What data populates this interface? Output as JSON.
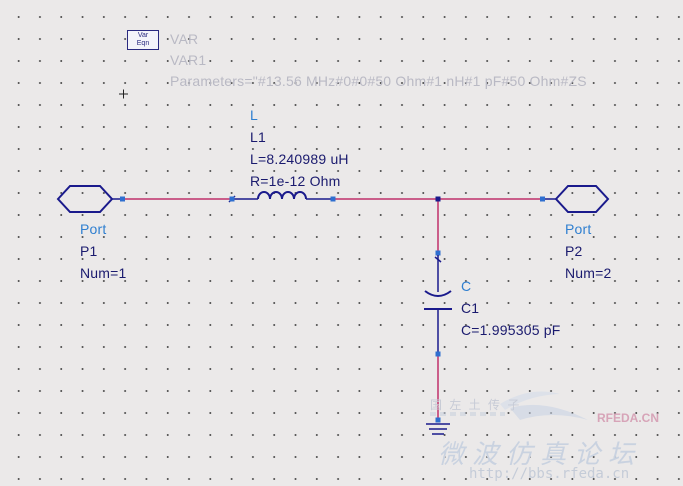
{
  "var_block": {
    "icon_line1": "Var",
    "icon_line2": "Eqn",
    "type": "VAR",
    "name": "VAR1",
    "parameters": "Parameters=\"#13.56 MHz#0#0#50 Ohm#1 nH#1 pF#50 Ohm#ZS"
  },
  "inductor": {
    "type": "L",
    "name": "L1",
    "value": "L=8.240989 uH",
    "resistance": "R=1e-12 Ohm"
  },
  "capacitor": {
    "type": "C",
    "name": "C1",
    "value": "C=1.995305 pF"
  },
  "port1": {
    "type": "Port",
    "name": "P1",
    "num": "Num=1"
  },
  "port2": {
    "type": "Port",
    "name": "P2",
    "num": "Num=2"
  },
  "colors": {
    "wire": "#c0306a",
    "component": "#1a1a8c",
    "label_type": "#2f7fd0",
    "label_value": "#1a1a6e",
    "background": "#ebe9e9"
  },
  "watermark": {
    "top_text": "国 左 土 传 子",
    "brand": "RFEDA.CN",
    "chinese_title": "微波仿真论坛",
    "url": "http://bbs.rfeda.cn"
  }
}
